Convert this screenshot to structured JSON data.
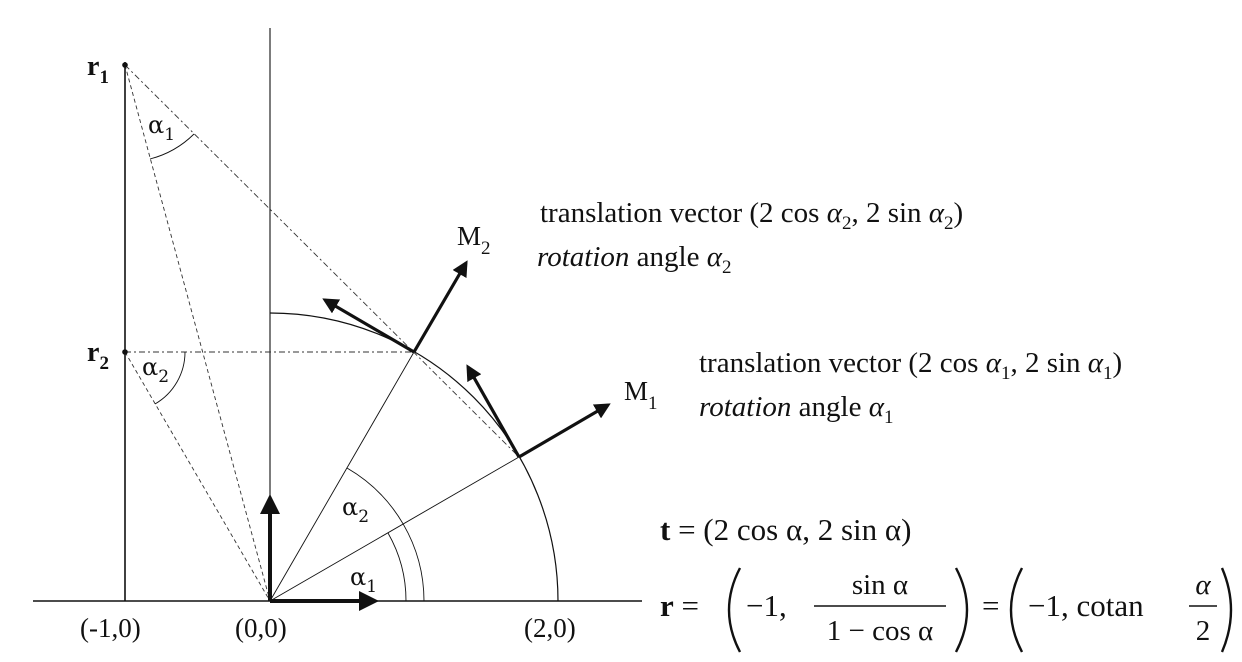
{
  "points": {
    "r1": "r",
    "r1_sub": "1",
    "r2": "r",
    "r2_sub": "2",
    "origin_neg1": "(-1,0)",
    "origin": "(0,0)",
    "origin_2": "(2,0)"
  },
  "angles": {
    "alpha1_top": {
      "sym": "α",
      "sub": "1"
    },
    "alpha2_mid": {
      "sym": "α",
      "sub": "2"
    },
    "alpha2_center": {
      "sym": "α",
      "sub": "2"
    },
    "alpha1_center": {
      "sym": "α",
      "sub": "1"
    }
  },
  "vectors": {
    "m2": {
      "label": "M",
      "sub": "2"
    },
    "m1": {
      "label": "M",
      "sub": "1"
    }
  },
  "annotations": {
    "m2": {
      "line1_text": "translation vector",
      "line1_formula_open": "(2 cos ",
      "line1_formula_mid": ", 2 sin ",
      "line1_formula_close": ")",
      "line1_sym": "α",
      "line1_sub": "2",
      "line2_italic": "rotation",
      "line2_text": " angle ",
      "line2_sym": "α",
      "line2_sub": "2"
    },
    "m1": {
      "line1_text": "translation vector",
      "line1_formula_open": "(2 cos ",
      "line1_formula_mid": ", 2 sin ",
      "line1_formula_close": ")",
      "line1_sym": "α",
      "line1_sub": "1",
      "line2_italic": "rotation",
      "line2_text": " angle ",
      "line2_sym": "α",
      "line2_sub": "1"
    }
  },
  "formulas": {
    "t": {
      "lhs": "t",
      "rhs": "= (2 cos α, 2 sin α)"
    },
    "r": {
      "lhs": "r",
      "eq": "=",
      "first": "−1,",
      "frac_num": "sin α",
      "frac_den": "1 − cos α",
      "eq2": "=",
      "second": "−1,  cotan",
      "frac2_num": "α",
      "frac2_den": "2"
    }
  }
}
